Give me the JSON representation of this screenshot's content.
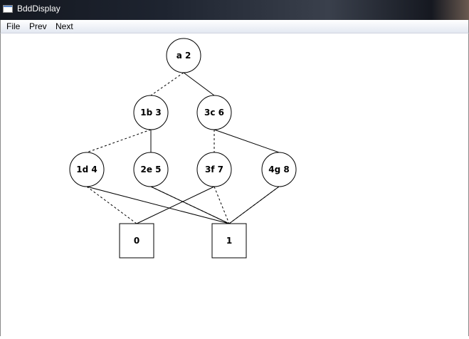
{
  "window": {
    "title": "BddDisplay"
  },
  "menu": {
    "file": "File",
    "prev": "Prev",
    "next": "Next"
  },
  "graph": {
    "nodes": [
      {
        "id": "a",
        "label": "a 2"
      },
      {
        "id": "b",
        "label": "1b 3"
      },
      {
        "id": "c",
        "label": "3c 6"
      },
      {
        "id": "d",
        "label": "1d 4"
      },
      {
        "id": "e",
        "label": "2e 5"
      },
      {
        "id": "f",
        "label": "3f 7"
      },
      {
        "id": "g",
        "label": "4g 8"
      }
    ],
    "terminals": [
      {
        "id": "t0",
        "label": "0"
      },
      {
        "id": "t1",
        "label": "1"
      }
    ],
    "edges": [
      {
        "from": "a",
        "to": "b",
        "style": "dashed"
      },
      {
        "from": "a",
        "to": "c",
        "style": "solid"
      },
      {
        "from": "b",
        "to": "d",
        "style": "dashed"
      },
      {
        "from": "b",
        "to": "e",
        "style": "solid"
      },
      {
        "from": "c",
        "to": "f",
        "style": "dashed"
      },
      {
        "from": "c",
        "to": "g",
        "style": "solid"
      },
      {
        "from": "d",
        "to": "t0",
        "style": "dashed"
      },
      {
        "from": "d",
        "to": "t1",
        "style": "solid"
      },
      {
        "from": "e",
        "to": "t1",
        "style": "dashed"
      },
      {
        "from": "e",
        "to": "t1",
        "style": "solid"
      },
      {
        "from": "f",
        "to": "t0",
        "style": "solid"
      },
      {
        "from": "f",
        "to": "t1",
        "style": "dashed"
      },
      {
        "from": "g",
        "to": "t1",
        "style": "dashed"
      },
      {
        "from": "g",
        "to": "t1",
        "style": "solid"
      }
    ]
  }
}
